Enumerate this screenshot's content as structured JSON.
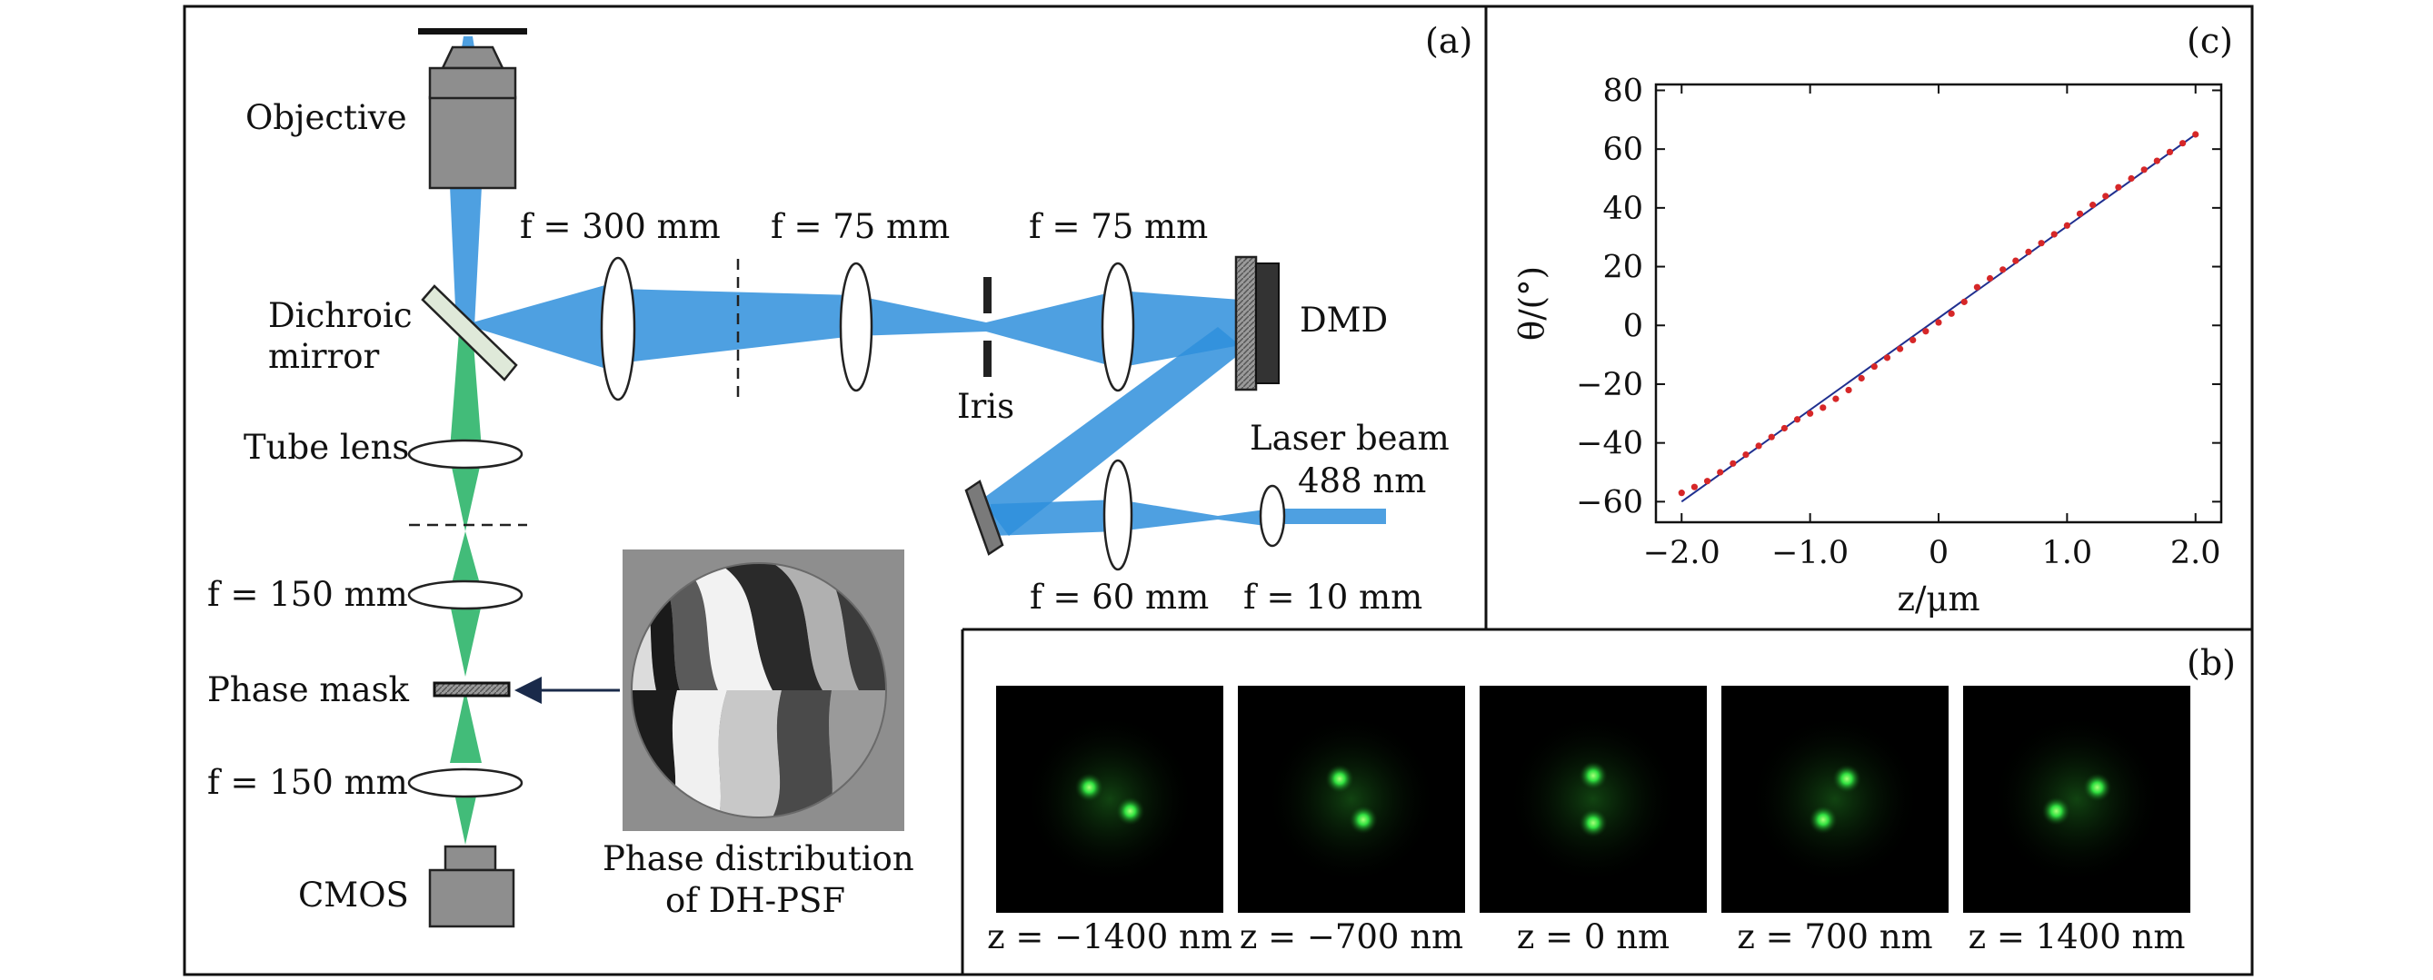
{
  "panel_a": {
    "tag": "(a)",
    "labels": {
      "objective": "Objective",
      "dichroic_1": "Dichroic",
      "dichroic_2": "mirror",
      "tube_lens": "Tube lens",
      "lens_150_top": "f = 150 mm",
      "phase_mask": "Phase mask",
      "lens_150_bottom": "f = 150 mm",
      "cmos": "CMOS",
      "lens_300": "f = 300 mm",
      "lens_75_a": "f = 75 mm",
      "lens_75_b": "f = 75 mm",
      "dmd": "DMD",
      "iris": "Iris",
      "laser_1": "Laser beam",
      "laser_2": "488 nm",
      "lens_60": "f = 60 mm",
      "lens_10": "f = 10 mm",
      "phase_dist_1": "Phase distribution",
      "phase_dist_2": "of DH-PSF"
    },
    "colors": {
      "excitation": "#2f8fdc",
      "emission": "#2db56a"
    }
  },
  "panel_b": {
    "tag": "(b)",
    "images": [
      {
        "caption": "z = −1400 nm",
        "z_nm": -1400
      },
      {
        "caption": "z = −700 nm",
        "z_nm": -700
      },
      {
        "caption": "z = 0 nm",
        "z_nm": 0
      },
      {
        "caption": "z = 700 nm",
        "z_nm": 700
      },
      {
        "caption": "z = 1400 nm",
        "z_nm": 1400
      }
    ]
  },
  "panel_c": {
    "tag": "(c)"
  },
  "chart_data": {
    "type": "scatter",
    "xlabel": "z/μm",
    "ylabel": "θ/(°)",
    "xlim": [
      -2.2,
      2.2
    ],
    "ylim": [
      -67,
      82
    ],
    "xticks": [
      -2.0,
      -1.0,
      0,
      1.0,
      2.0
    ],
    "xtick_labels": [
      "−2.0",
      "−1.0",
      "0",
      "1.0",
      "2.0"
    ],
    "yticks": [
      -60,
      -40,
      -20,
      0,
      20,
      40,
      60,
      80
    ],
    "ytick_labels": [
      "−60",
      "−40",
      "−20",
      "0",
      "20",
      "40",
      "60",
      "80"
    ],
    "grid": false,
    "series": [
      {
        "type": "scatter",
        "color": "#d62728",
        "x": [
          -2.0,
          -1.9,
          -1.8,
          -1.7,
          -1.6,
          -1.5,
          -1.4,
          -1.3,
          -1.2,
          -1.1,
          -1.0,
          -0.9,
          -0.8,
          -0.7,
          -0.6,
          -0.5,
          -0.4,
          -0.3,
          -0.2,
          -0.1,
          0.0,
          0.1,
          0.2,
          0.3,
          0.4,
          0.5,
          0.6,
          0.7,
          0.8,
          0.9,
          1.0,
          1.1,
          1.2,
          1.3,
          1.4,
          1.5,
          1.6,
          1.7,
          1.8,
          1.9,
          2.0
        ],
        "y": [
          -57,
          -55,
          -53,
          -50,
          -47,
          -44,
          -41,
          -38,
          -35,
          -32,
          -30,
          -28,
          -25,
          -22,
          -18,
          -14,
          -11,
          -8,
          -5,
          -2,
          1,
          4,
          8,
          13,
          16,
          19,
          22,
          25,
          28,
          31,
          34,
          38,
          41,
          44,
          47,
          50,
          53,
          56,
          59,
          62,
          65
        ]
      },
      {
        "type": "line",
        "color": "#1f2f8f",
        "x": [
          -2.0,
          2.0
        ],
        "y": [
          -60,
          65
        ]
      }
    ]
  }
}
